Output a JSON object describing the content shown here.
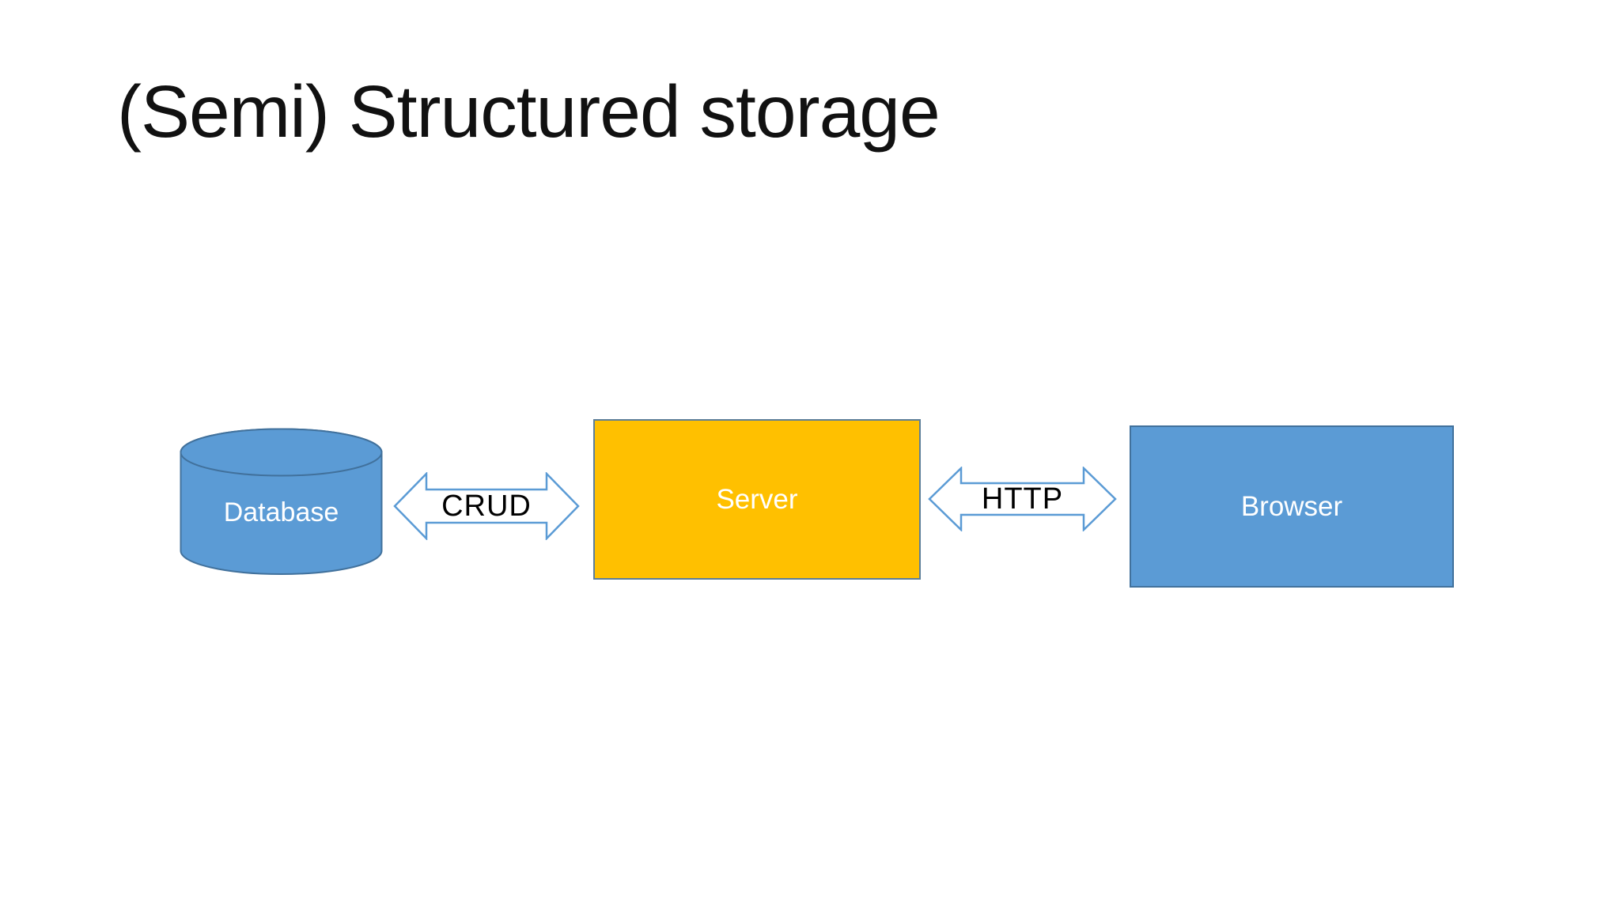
{
  "slide": {
    "title": "(Semi) Structured storage",
    "background_color": "#FFFFFF",
    "title_color": "#111111"
  },
  "diagram": {
    "nodes": [
      {
        "id": "database",
        "label": "Database",
        "shape": "cylinder",
        "fill": "#5B9BD5",
        "stroke": "#41719C",
        "text_color": "#FFFFFF"
      },
      {
        "id": "server",
        "label": "Server",
        "shape": "rectangle",
        "fill": "#FFC000",
        "stroke": "#5C7E99",
        "text_color": "#FFFFFF"
      },
      {
        "id": "browser",
        "label": "Browser",
        "shape": "rectangle",
        "fill": "#5B9BD5",
        "stroke": "#41719C",
        "text_color": "#FFFFFF"
      }
    ],
    "connectors": [
      {
        "id": "crud",
        "label": "CRUD",
        "type": "double-headed-arrow",
        "from": "database",
        "to": "server",
        "fill": "#FFFFFF",
        "stroke": "#5B9BD5",
        "text_color": "#000000"
      },
      {
        "id": "http",
        "label": "HTTP",
        "type": "double-headed-arrow",
        "from": "server",
        "to": "browser",
        "fill": "#FFFFFF",
        "stroke": "#5B9BD5",
        "text_color": "#000000"
      }
    ]
  }
}
